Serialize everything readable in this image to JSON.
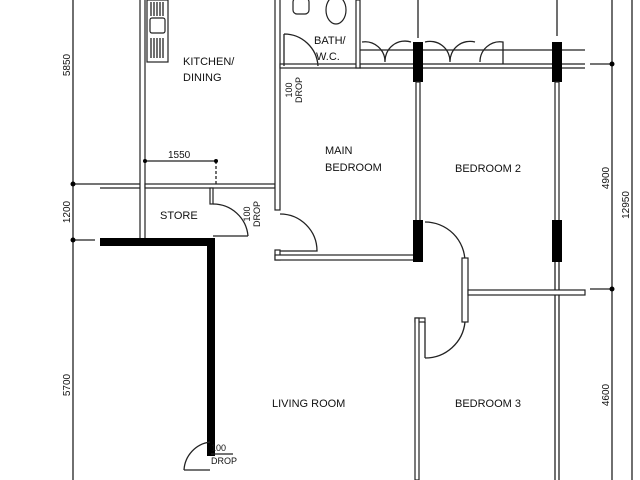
{
  "rooms": {
    "kitchen_line1": "KITCHEN/",
    "kitchen_line2": "DINING",
    "bath_line1": "BATH/",
    "bath_line2": "W.C.",
    "main_bedroom_line1": "MAIN",
    "main_bedroom_line2": "BEDROOM",
    "bedroom2": "BEDROOM 2",
    "bedroom3": "BEDROOM 3",
    "store": "STORE",
    "living_room": "LIVING ROOM"
  },
  "dimensions": {
    "left_top": "5850",
    "left_mid": "1200",
    "left_bottom": "5700",
    "store_width": "1550",
    "right_top": "4900",
    "right_bottom": "4600",
    "right_total": "12950"
  },
  "drops": [
    {
      "value": "100",
      "label": "DROP"
    },
    {
      "value": "100",
      "label": "DROP"
    },
    {
      "value": "100",
      "label": "DROP"
    }
  ]
}
